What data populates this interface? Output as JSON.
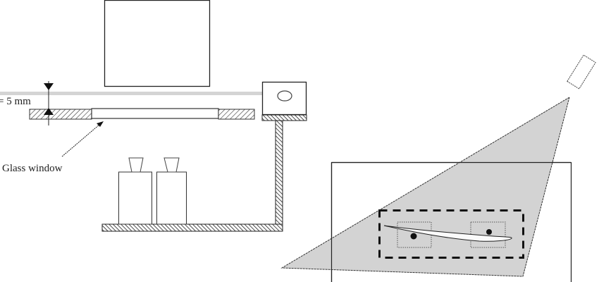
{
  "diagram": {
    "labels": {
      "gap": "= 5 mm",
      "glass_window": "Glass window"
    },
    "components": [
      "top-box",
      "laser-sheet",
      "channel-plate",
      "glass-window",
      "optics-box",
      "support-frame",
      "bottle-left",
      "bottle-right",
      "camera",
      "field-of-view",
      "test-section",
      "measurement-region",
      "airfoil",
      "vortex-window-left",
      "vortex-window-right"
    ],
    "colors": {
      "line": "#222222",
      "laser": "#d4d4d4",
      "fov_fill": "#d3d3d3",
      "background": "#ffffff"
    }
  }
}
